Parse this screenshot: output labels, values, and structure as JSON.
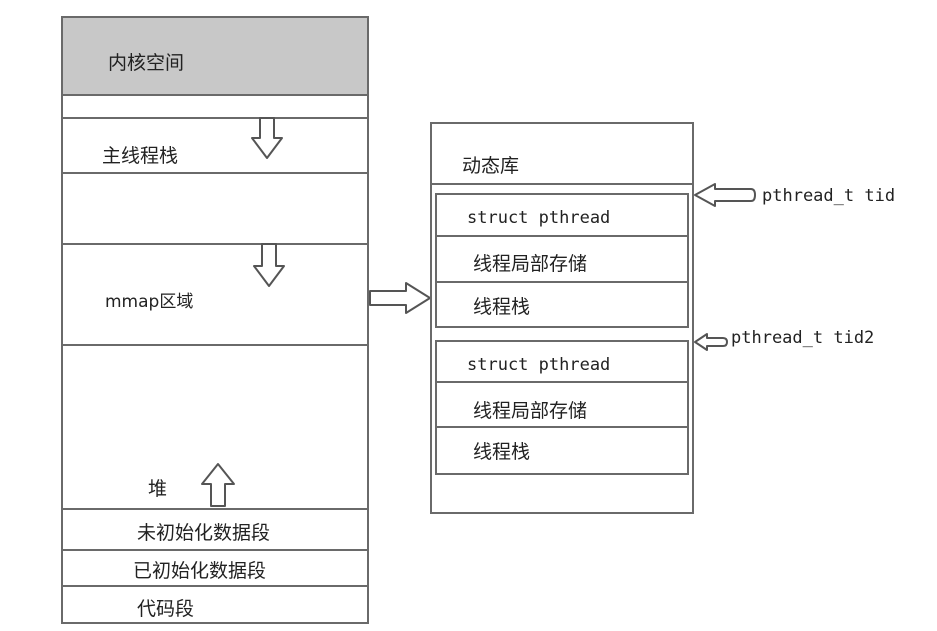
{
  "memory_layout": {
    "kernel_space": "内核空间",
    "main_stack": "主线程栈",
    "mmap_region": "mmap区域",
    "heap": "堆",
    "bss": "未初始化数据段",
    "data": "已初始化数据段",
    "text": "代码段"
  },
  "shared_library": {
    "title": "动态库",
    "threads": [
      {
        "struct": "struct pthread",
        "tls": "线程局部存储",
        "stack": "线程栈",
        "pointer": "pthread_t tid"
      },
      {
        "struct": "struct pthread",
        "tls": "线程局部存储",
        "stack": "线程栈",
        "pointer": "pthread_t tid2"
      }
    ]
  },
  "colors": {
    "kernel_fill": "#c8c8c8",
    "line": "#6a6a6a"
  }
}
